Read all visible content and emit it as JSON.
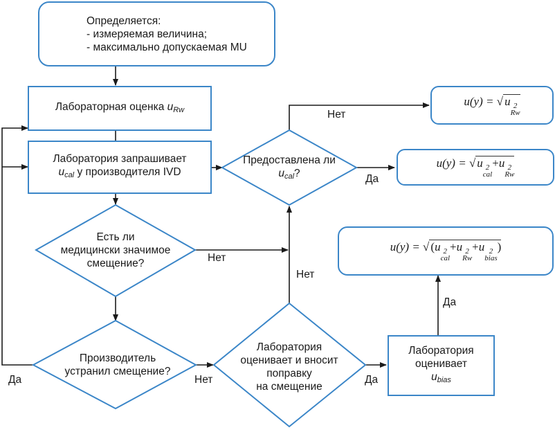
{
  "diagram": {
    "title": "Flowchart: estimation of measurement uncertainty u(y)",
    "colors": {
      "shape_border": "#3b86c8",
      "connector": "#1a1a1a",
      "background": "#ffffff"
    },
    "nodes": {
      "start": {
        "line1": "Определяется:",
        "line2": "- измеряемая величина;",
        "line3": "- максимально допускаемая MU"
      },
      "lab_estimate": {
        "text": "Лабораторная оценка",
        "symbol": "u",
        "sub": "Rw"
      },
      "lab_request": {
        "symbol": "u",
        "sub": "cal",
        "line1": "Лаборатория запрашивает",
        "line2_suffix": "у производителя IVD"
      },
      "provided_decision": {
        "line1": "Предоставлена ли",
        "symbol": "u",
        "sub": "cal",
        "suffix": "?"
      },
      "bias_decision": {
        "line1": "Есть ли",
        "line2": "медицински значимое",
        "line3": "смещение?"
      },
      "manufacturer_decision": {
        "line1": "Производитель",
        "line2": "устранил смещение?"
      },
      "lab_correct_decision": {
        "line1": "Лаборатория",
        "line2": "оценивает и вносит",
        "line3": "поправку",
        "line4": "на смещение"
      },
      "lab_bias": {
        "line1": "Лаборатория",
        "line2": "оценивает",
        "symbol": "u",
        "sub": "bias"
      },
      "formula1": {
        "lhs": "u(y) =",
        "term1": "u",
        "sup": "2",
        "sub1": "Rw"
      },
      "formula2": {
        "lhs": "u(y) =",
        "sub1": "cal",
        "sub2": "Rw",
        "sup": "2",
        "plus": "+"
      },
      "formula3": {
        "lhs": "u(y) =",
        "open": "(",
        "close": ")",
        "sub1": "cal",
        "sub2": "Rw",
        "sub3": "bias",
        "sup": "2",
        "plus": "+"
      }
    },
    "edge_labels": {
      "provided_no": "Нет",
      "provided_yes": "Да",
      "bias_no": "Нет",
      "correct_no": "Нет",
      "manufacturer_yes": "Да",
      "manufacturer_no": "Нет",
      "correct_yes": "Да",
      "lab_bias_yes": "Да"
    }
  }
}
